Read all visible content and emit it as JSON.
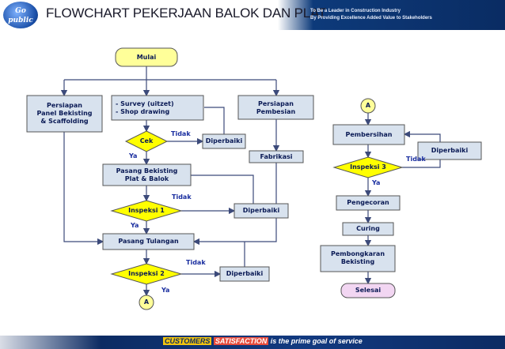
{
  "header": {
    "logo_text": "Go public",
    "title": "FLOWCHART PEKERJAAN BALOK DAN PLAT",
    "tagline_1": "To Be a Leader in Construction Industry",
    "tagline_2": "By Providing Excellence Added Value to Stakeholders"
  },
  "footer": {
    "customers": "CUSTOMERS",
    "satisfaction": "SATISFACTION",
    "rest": "is the prime goal of service"
  },
  "colors": {
    "process_fill": "#d8e2ee",
    "terminal_fill": "#ffff99",
    "decision_fill": "#ffff00",
    "connector_fill": "#ffff99",
    "end_fill": "#f2d6f2",
    "line": "#3c4a7a",
    "text": "#0a1a55",
    "edge_label": "#1b2fa0"
  },
  "nodes": {
    "mulai": "Mulai",
    "persiapan_panel": "Persiapan\nPanel Bekisting\n& Scaffolding",
    "survey": "- Survey (uitzet)\n- Shop drawing",
    "persiapan_besi": "Persiapan\nPembesian",
    "cek": "Cek",
    "diperbaiki_1": "Diperbaiki",
    "fabrikasi": "Fabrikasi",
    "pasang_bekisting": "Pasang Bekisting\nPlat & Balok",
    "inspeksi_1": "Inspeksi 1",
    "diperbaiki_2": "Diperbaiki",
    "pasang_tulangan": "Pasang Tulangan",
    "inspeksi_2": "Inspeksi 2",
    "diperbaiki_3": "Diperbaiki",
    "connector_a_out": "A",
    "connector_a_in": "A",
    "pembersihan": "Pembersihan",
    "inspeksi_3": "Inspeksi 3",
    "diperbaiki_4": "Diperbaiki",
    "pengecoran": "Pengecoran",
    "curing": "Curing",
    "pembongkaran": "Pembongkaran\nBekisting",
    "selesai": "Selesai"
  },
  "edge_labels": {
    "cek_tidak": "Tidak",
    "cek_ya": "Ya",
    "insp1_tidak": "Tidak",
    "insp1_ya": "Ya",
    "insp2_tidak": "Tidak",
    "insp2_ya": "Ya",
    "insp3_tidak": "Tidak",
    "insp3_ya": "Ya"
  }
}
